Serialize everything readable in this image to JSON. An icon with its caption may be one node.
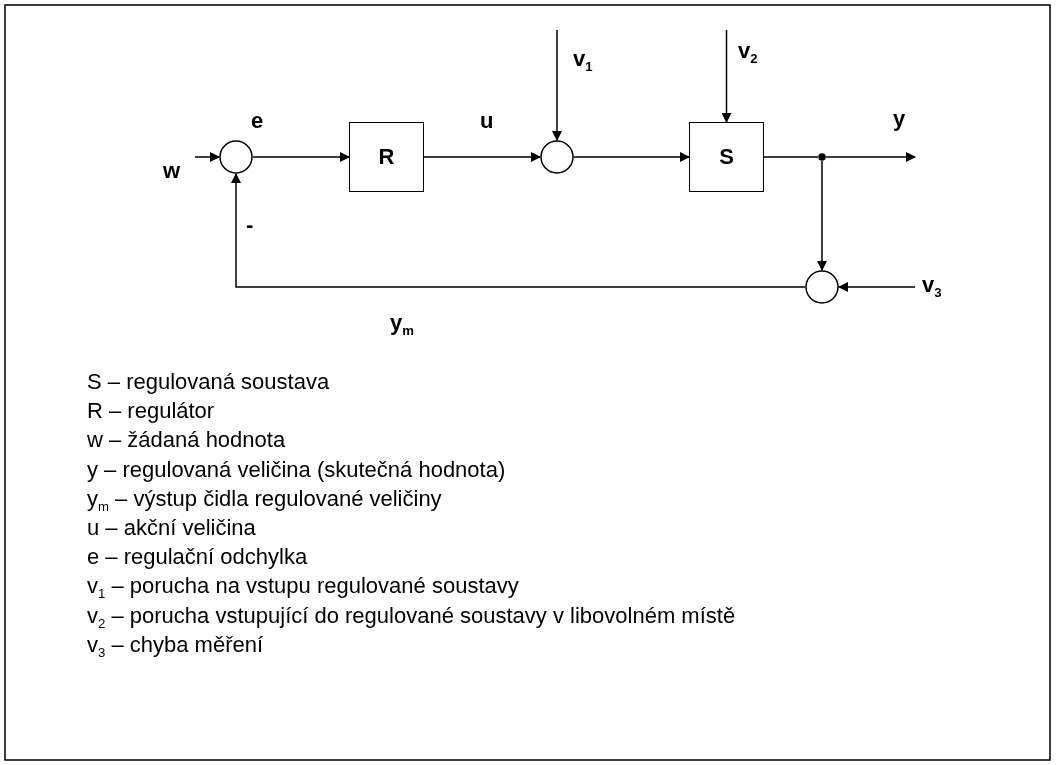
{
  "diagram": {
    "nodes": [
      {
        "text": [],
        "shape": "circle"
      },
      {
        "text": [
          "R"
        ]
      },
      {
        "text": [],
        "shape": "circle"
      },
      {
        "text": [
          "S"
        ]
      },
      {
        "text": [],
        "shape": "circle"
      },
      {
        "text": [],
        "shape": "circle"
      }
    ],
    "edges": [
      {
        "from": null,
        "to": 0,
        "arrow": "to",
        "label": "w"
      },
      {
        "from": 0,
        "to": 1,
        "arrow": "to",
        "label": "e"
      },
      {
        "from": 1,
        "to": 2,
        "arrow": "to",
        "label": "u"
      },
      {
        "from": null,
        "to": 2,
        "arrow": "to",
        "label": "v$_{1}$"
      },
      {
        "from": 2,
        "to": 3,
        "arrow": "to"
      },
      {
        "from": null,
        "to": 3,
        "arrow": "to",
        "label": "v$_{2}$"
      },
      {
        "from": 3,
        "to": 4,
        "arrow": "none"
      },
      {
        "from": 4,
        "to": null,
        "arrow": "to",
        "label": "y"
      },
      {
        "from": 4,
        "to": 5,
        "arrow": "to"
      },
      {
        "from": null,
        "to": 5,
        "arrow": "to",
        "label": "v$_{3}$"
      },
      {
        "from": 5,
        "to": 0,
        "arrow": "to",
        "label": "y$_{m}$"
      }
    ],
    "labels": [
      "-",
      "S – regulovaná soustava",
      "R – regulátor",
      "w – žádaná hodnota",
      "y – regulovaná veličina (skutečná hodnota)",
      "y$_{m}$ – výstup čidla regulované veličiny",
      "u – akční veličina",
      "e – regulační odchylka",
      "v$_{1}$ – porucha na vstupu regulované soustavy",
      "v$_{2}$ – porucha vstupující do regulované soustavy v libovolném místě",
      "v$_{3}$ – chyba měření"
    ]
  }
}
